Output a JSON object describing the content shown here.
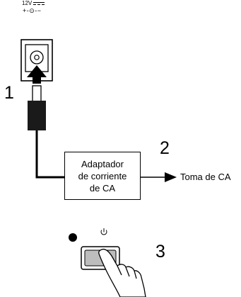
{
  "jack_marking": {
    "voltage": "12V",
    "dc_symbol": "dc-symbol-icon",
    "polarity": "+-⊙-−"
  },
  "steps": [
    "1",
    "2",
    "3"
  ],
  "adapter": {
    "line1": "Adaptador",
    "line2": "de corriente",
    "line3": "de CA"
  },
  "outlet_label": "Toma de CA",
  "power_button": {
    "icon": "power-icon"
  },
  "colors": {
    "ink": "#000000",
    "plug_body": "#1a1a1a",
    "button_fill": "#bdbdbd",
    "background": "#ffffff"
  }
}
